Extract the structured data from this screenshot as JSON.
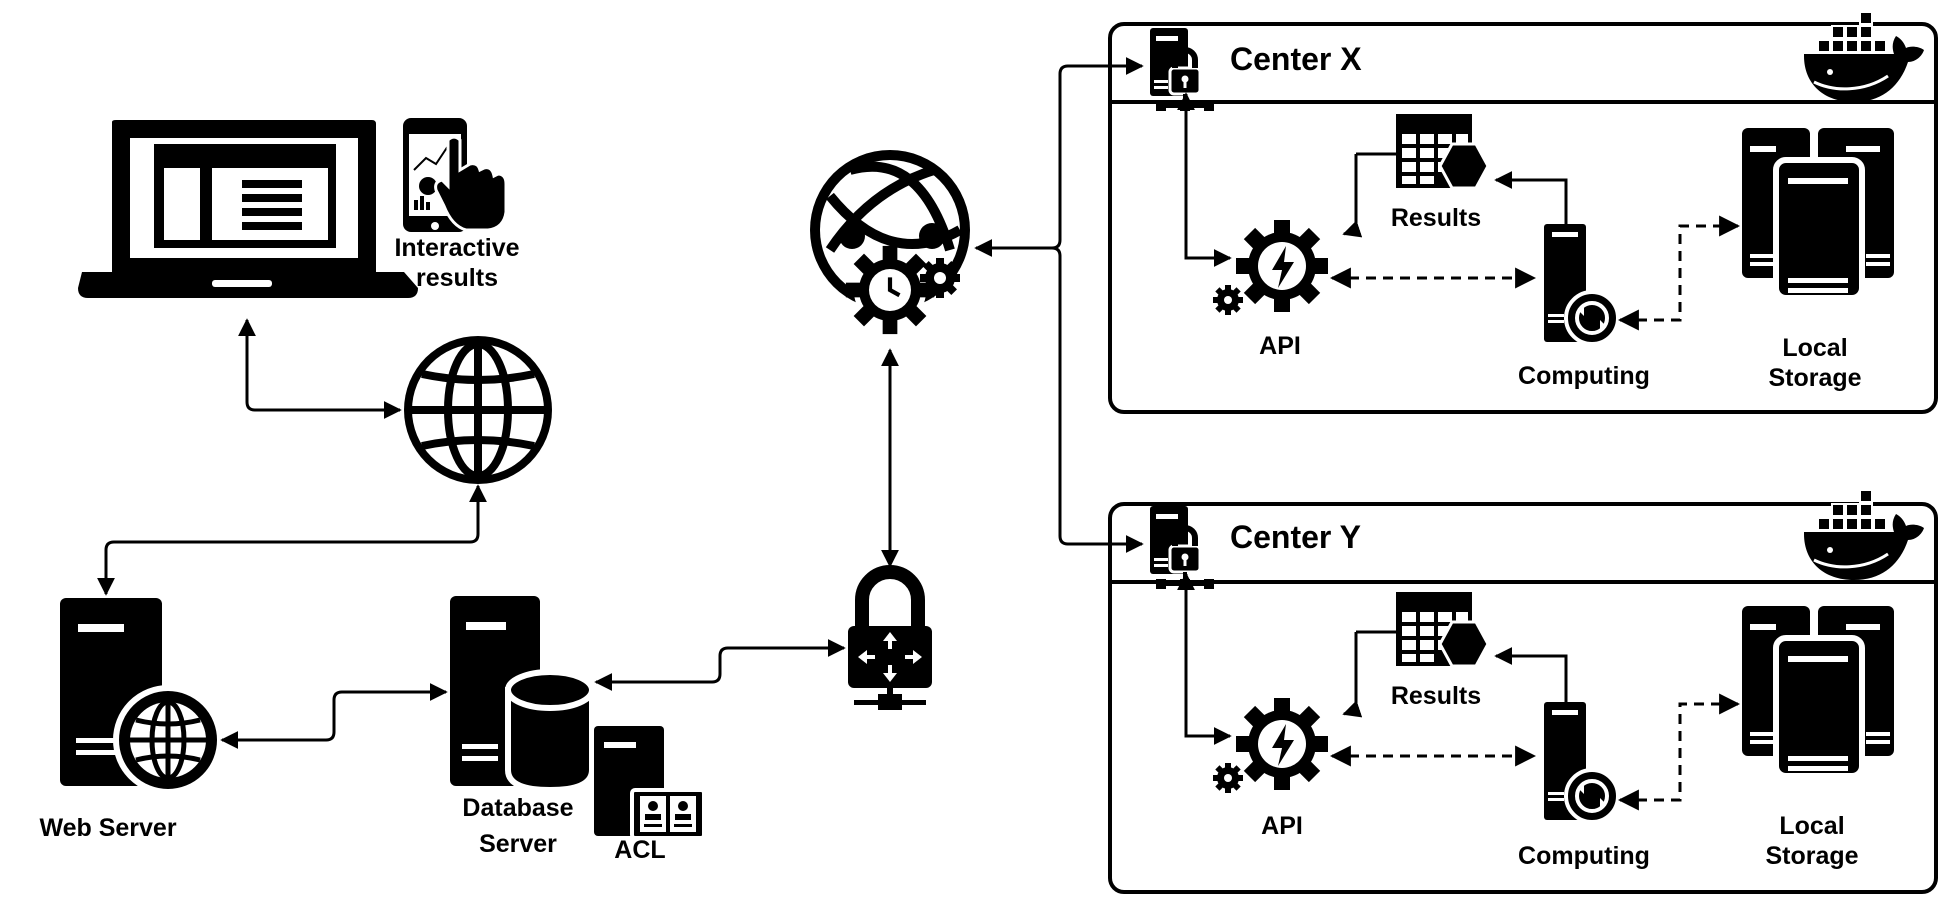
{
  "labels": {
    "interactive_results_line1": "Interactive",
    "interactive_results_line2": "results",
    "web_server": "Web Server",
    "database_server_line1": "Database",
    "database_server_line2": "Server",
    "acl": "ACL"
  },
  "centers": [
    {
      "title": "Center X",
      "api": "API",
      "results": "Results",
      "computing": "Computing",
      "local_storage_line1": "Local",
      "local_storage_line2": "Storage"
    },
    {
      "title": "Center Y",
      "api": "API",
      "results": "Results",
      "computing": "Computing",
      "local_storage_line1": "Local",
      "local_storage_line2": "Storage"
    }
  ],
  "colors": {
    "ink": "#000000",
    "background": "#ffffff"
  },
  "icons": [
    "laptop-icon",
    "smartphone-touch-icon",
    "globe-icon",
    "web-server-icon",
    "database-server-icon",
    "acl-server-icon",
    "web-services-gear-icon",
    "vpn-lock-icon",
    "secure-server-icon",
    "docker-whale-icon",
    "api-gear-icon",
    "results-table-icon",
    "computing-server-icon",
    "local-storage-icon"
  ]
}
